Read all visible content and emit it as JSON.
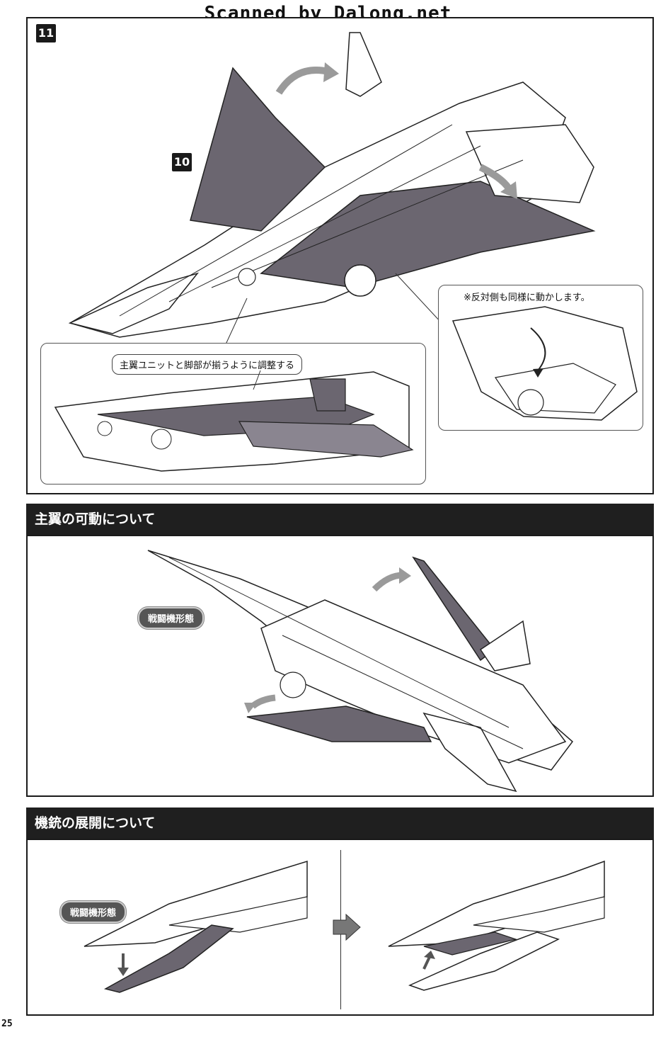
{
  "watermark": "Scanned by Dalong.net",
  "step11": {
    "badge": "11",
    "sub_badge": "10",
    "inset_callout": "主翼ユニットと脚部が揃うように調整する",
    "right_inset_note": "※反対側も同様に動かします。"
  },
  "section_wing": {
    "title": "主翼の可動について",
    "mode_label": "戦闘機形態"
  },
  "section_gun": {
    "title": "機銃の展開について",
    "mode_label": "戦闘機形態"
  },
  "page_number": "25",
  "colors": {
    "panel_dark": "#1f1f1f",
    "wing_fill": "#6b6670",
    "arrow_gray": "#9a9a9a"
  }
}
